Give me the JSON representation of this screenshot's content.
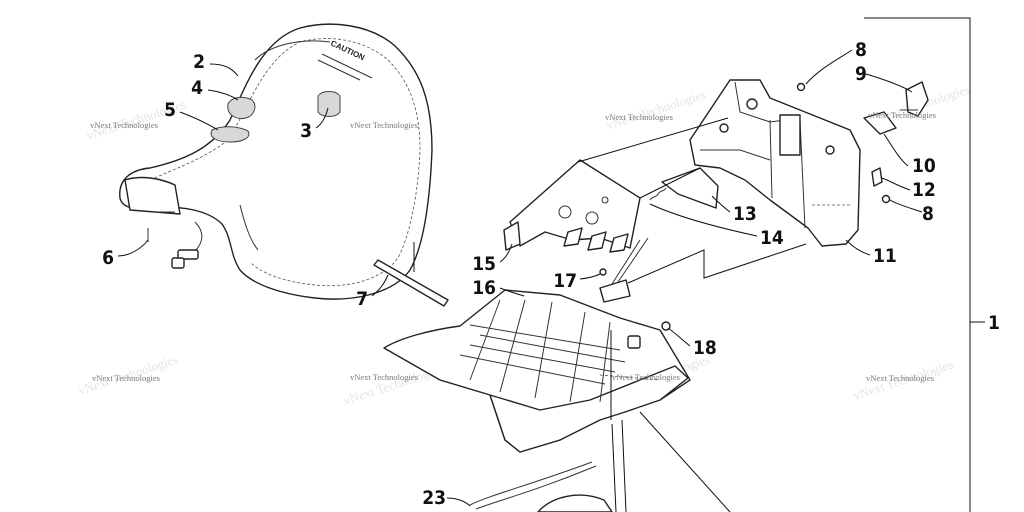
{
  "callouts": {
    "c1": "1",
    "c2": "2",
    "c3": "3",
    "c4": "4",
    "c5": "5",
    "c6": "6",
    "c7": "7",
    "c8a": "8",
    "c8b": "8",
    "c9": "9",
    "c10": "10",
    "c11": "11",
    "c12": "12",
    "c13": "13",
    "c14": "14",
    "c15": "15",
    "c16": "16",
    "c17": "17",
    "c18": "18",
    "c23": "23"
  },
  "watermark": "vNext Technologies",
  "seat_label": "CAUTION"
}
